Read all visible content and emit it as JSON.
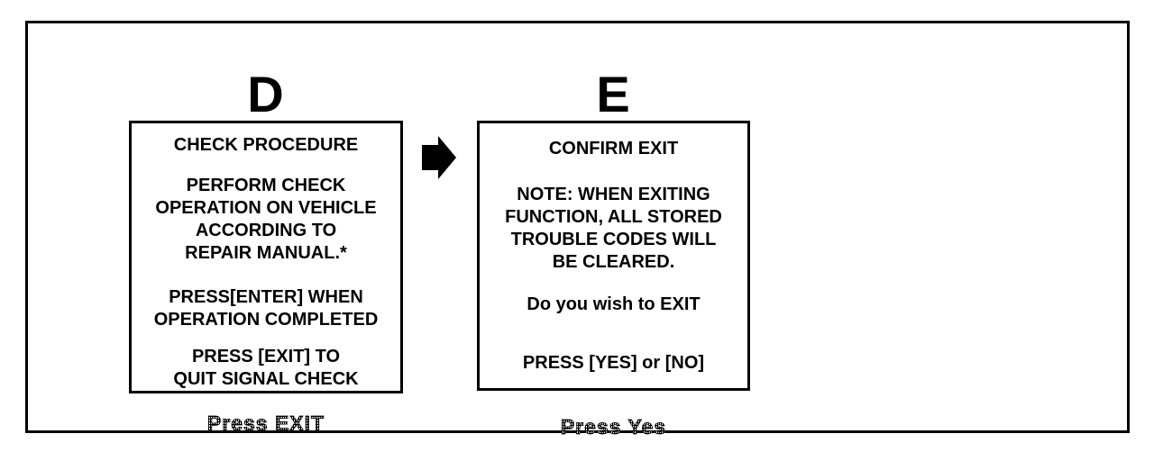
{
  "diagram": {
    "colors": {
      "ink": "#000000",
      "paper": "#ffffff"
    },
    "icons": {
      "flow_arrow": "right-block-arrow"
    },
    "steps": [
      {
        "label": "D",
        "screen": {
          "title": "CHECK PROCEDURE",
          "body": "PERFORM CHECK\nOPERATION ON VEHICLE\nACCORDING TO\nREPAIR MANUAL.*",
          "instruction_1": "PRESS[ENTER] WHEN\nOPERATION COMPLETED",
          "instruction_2": "PRESS [EXIT] TO\nQUIT SIGNAL CHECK"
        },
        "caption": "Press EXIT"
      },
      {
        "label": "E",
        "screen": {
          "title": "CONFIRM EXIT",
          "body": "NOTE: WHEN EXITING\nFUNCTION, ALL STORED\nTROUBLE CODES WILL\nBE CLEARED.",
          "instruction_1": "Do you wish to EXIT",
          "instruction_2": "PRESS [YES] or [NO]"
        },
        "caption": "Press Yes"
      }
    ]
  }
}
